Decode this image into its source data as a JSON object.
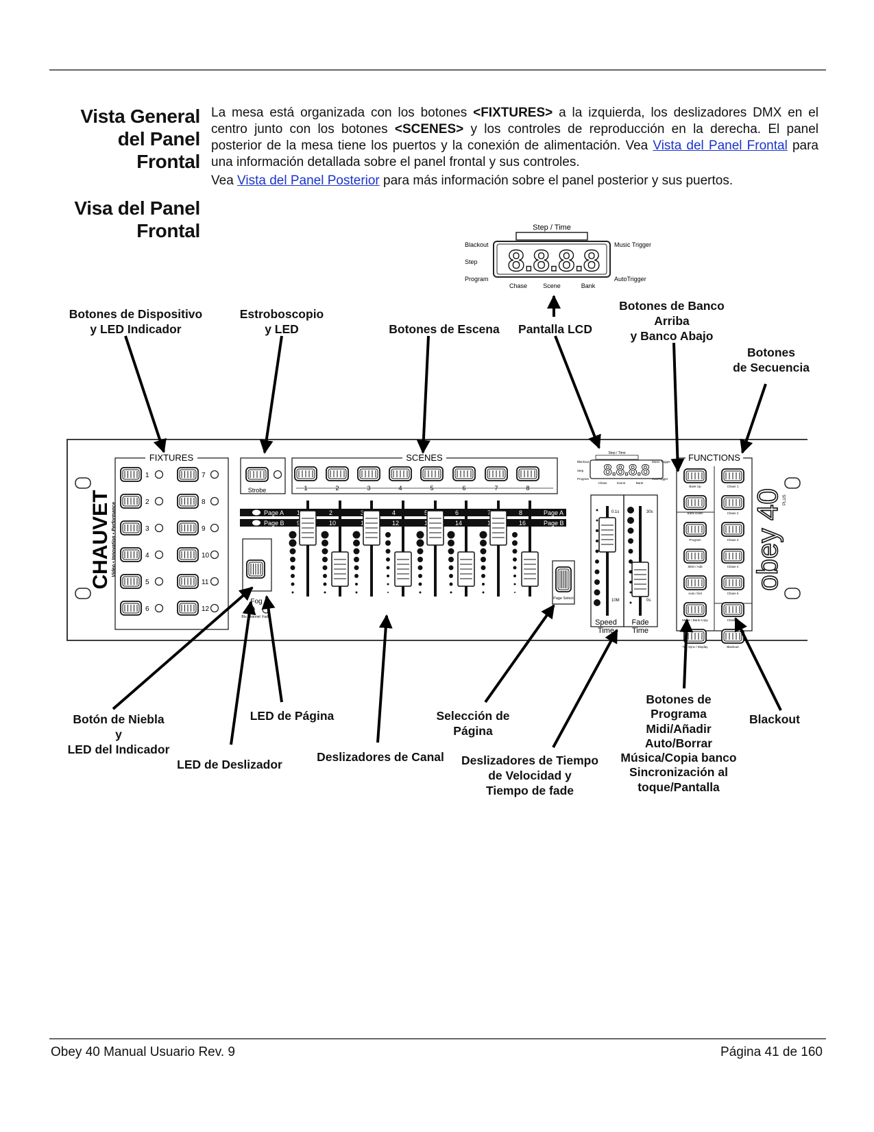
{
  "section": {
    "heading_lines": [
      "Vista General",
      "del Panel",
      "Frontal"
    ],
    "para1": {
      "t1": "La mesa está organizada con los botones ",
      "b1": "<FIXTURES>",
      "t2": " a la izquierda, los deslizadores DMX en el centro junto con los botones ",
      "b2": "<SCENES>",
      "t3": " y los controles de reproducción en la derecha. El panel posterior de la mesa tiene los puertos y la conexión de alimentación. Vea ",
      "link": "Vista del Panel Frontal",
      "t4": " para una información detallada sobre el panel frontal y sus controles."
    },
    "para2": {
      "t1": "Vea ",
      "link": "Vista del Panel Posterior",
      "t2": " para más información sobre el panel posterior y sus puertos."
    }
  },
  "section2": {
    "heading_lines": [
      "Visa del Panel",
      "Frontal"
    ]
  },
  "lcd_inset": {
    "top_label": "Step / Time",
    "left_labels": [
      "Blackout",
      "Step",
      "Program"
    ],
    "right_labels": [
      "Music Trigger",
      "AutoTrigger"
    ],
    "bottom_labels": [
      "Chase",
      "Scene",
      "Bank"
    ],
    "digits": "8.8.8.8"
  },
  "callouts": {
    "fixtures": [
      "Botones de Dispositivo",
      "y LED Indicador"
    ],
    "strobe": [
      "Estroboscopio",
      "y LED"
    ],
    "scenes": [
      "Botones de Escena"
    ],
    "lcd": [
      "Pantalla LCD"
    ],
    "bank": [
      "Botones de Banco",
      "Arriba",
      "y Banco Abajo"
    ],
    "sequence": [
      "Botones",
      "de Secuencia"
    ],
    "fog": [
      "Botón de Niebla",
      "y",
      "LED del Indicador"
    ],
    "page_led": [
      "LED de Página"
    ],
    "slider_led": [
      "LED de Deslizador"
    ],
    "channel_sliders": [
      "Deslizadores de Canal"
    ],
    "page_select": [
      "Selección de",
      "Página"
    ],
    "speed_fade": [
      "Deslizadores de Tiempo",
      "de Velocidad y",
      "Tiempo de fade"
    ],
    "program": [
      "Botones de",
      "Programa",
      "Midi/Añadir",
      "Auto/Borrar",
      "Música/Copia banco",
      "Sincronización al",
      "toque/Pantalla"
    ],
    "blackout": [
      "Blackout"
    ]
  },
  "panel": {
    "brand": "CHAUVET",
    "brand_sub": "Video • Innovation • Performance",
    "fixtures_label": "FIXTURES",
    "fixture_numbers": [
      "1",
      "2",
      "3",
      "4",
      "5",
      "6",
      "7",
      "8",
      "9",
      "10",
      "11",
      "12"
    ],
    "strobe_label": "Strobe",
    "scenes_label": "SCENES",
    "scene_numbers": [
      "1",
      "2",
      "3",
      "4",
      "5",
      "6",
      "7",
      "8"
    ],
    "page_a": "Page A",
    "page_b": "Page B",
    "channels_a": [
      "1",
      "2",
      "3",
      "4",
      "5",
      "6",
      "7",
      "8"
    ],
    "channels_b": [
      "9",
      "10",
      "11",
      "12",
      "13",
      "14",
      "15",
      "16"
    ],
    "fog_label": "Fog",
    "blu_channel": "Blu Channel",
    "fade_label": "Fade",
    "page_select": "Page Select",
    "speed_top": "0.1s",
    "speed_bottom": "10M",
    "fade_top": "30s",
    "fade_bottom": "0s",
    "speed_label": [
      "Speed",
      "Time"
    ],
    "fade_time_label": [
      "Fade",
      "Time"
    ],
    "functions_label": "FUNCTIONS",
    "func_left": [
      "Bank Up",
      "Bank Down",
      "Program",
      "MIDI / Add",
      "Auto / Del",
      "Music / Bank Copy",
      "Tap Sync / Display"
    ],
    "func_right": [
      "Chase 1",
      "Chase 2",
      "Chase 3",
      "Chase 4",
      "Chase 5",
      "Chase 6",
      "Blackout"
    ],
    "model": "obey 40",
    "model_sub": "PLUS"
  },
  "footer": {
    "left": "Obey 40 Manual Usuario Rev. 9",
    "right": "Página 41 de 160"
  }
}
